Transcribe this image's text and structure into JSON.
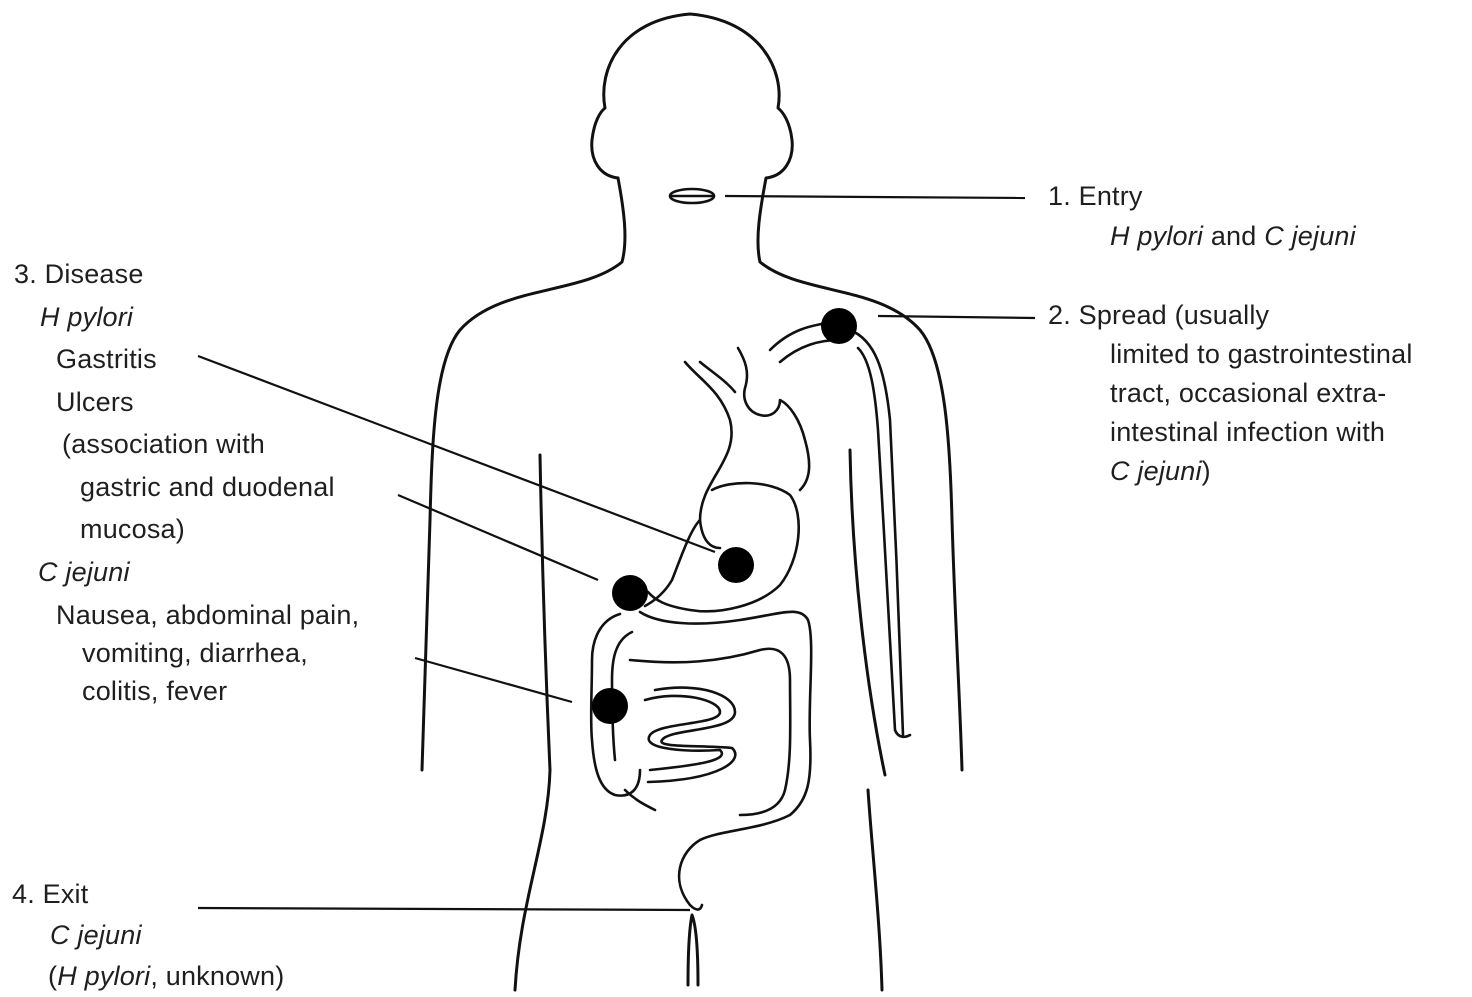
{
  "entry": {
    "heading": "1. Entry",
    "organism_1": "H pylori",
    "connector": " and ",
    "organism_2": "C jejuni"
  },
  "spread": {
    "heading": "2. Spread (usually",
    "lines": [
      "limited to gastrointestinal",
      "tract, occasional extra-",
      "intestinal infection with"
    ],
    "organism": "C jejuni",
    "close": ")"
  },
  "disease": {
    "heading": "3. Disease",
    "hp": {
      "organism": "H pylori",
      "lines": [
        "Gastritis",
        "Ulcers",
        "(association with",
        "gastric and duodenal",
        "mucosa)"
      ]
    },
    "cj": {
      "organism": "C jejuni",
      "lines": [
        "Nausea, abdominal pain,",
        "vomiting, diarrhea,",
        "colitis, fever"
      ]
    }
  },
  "exit": {
    "heading": "4. Exit",
    "organism": "C jejuni",
    "open": "(",
    "organism_2": "H pylori",
    "note": ", unknown)"
  }
}
